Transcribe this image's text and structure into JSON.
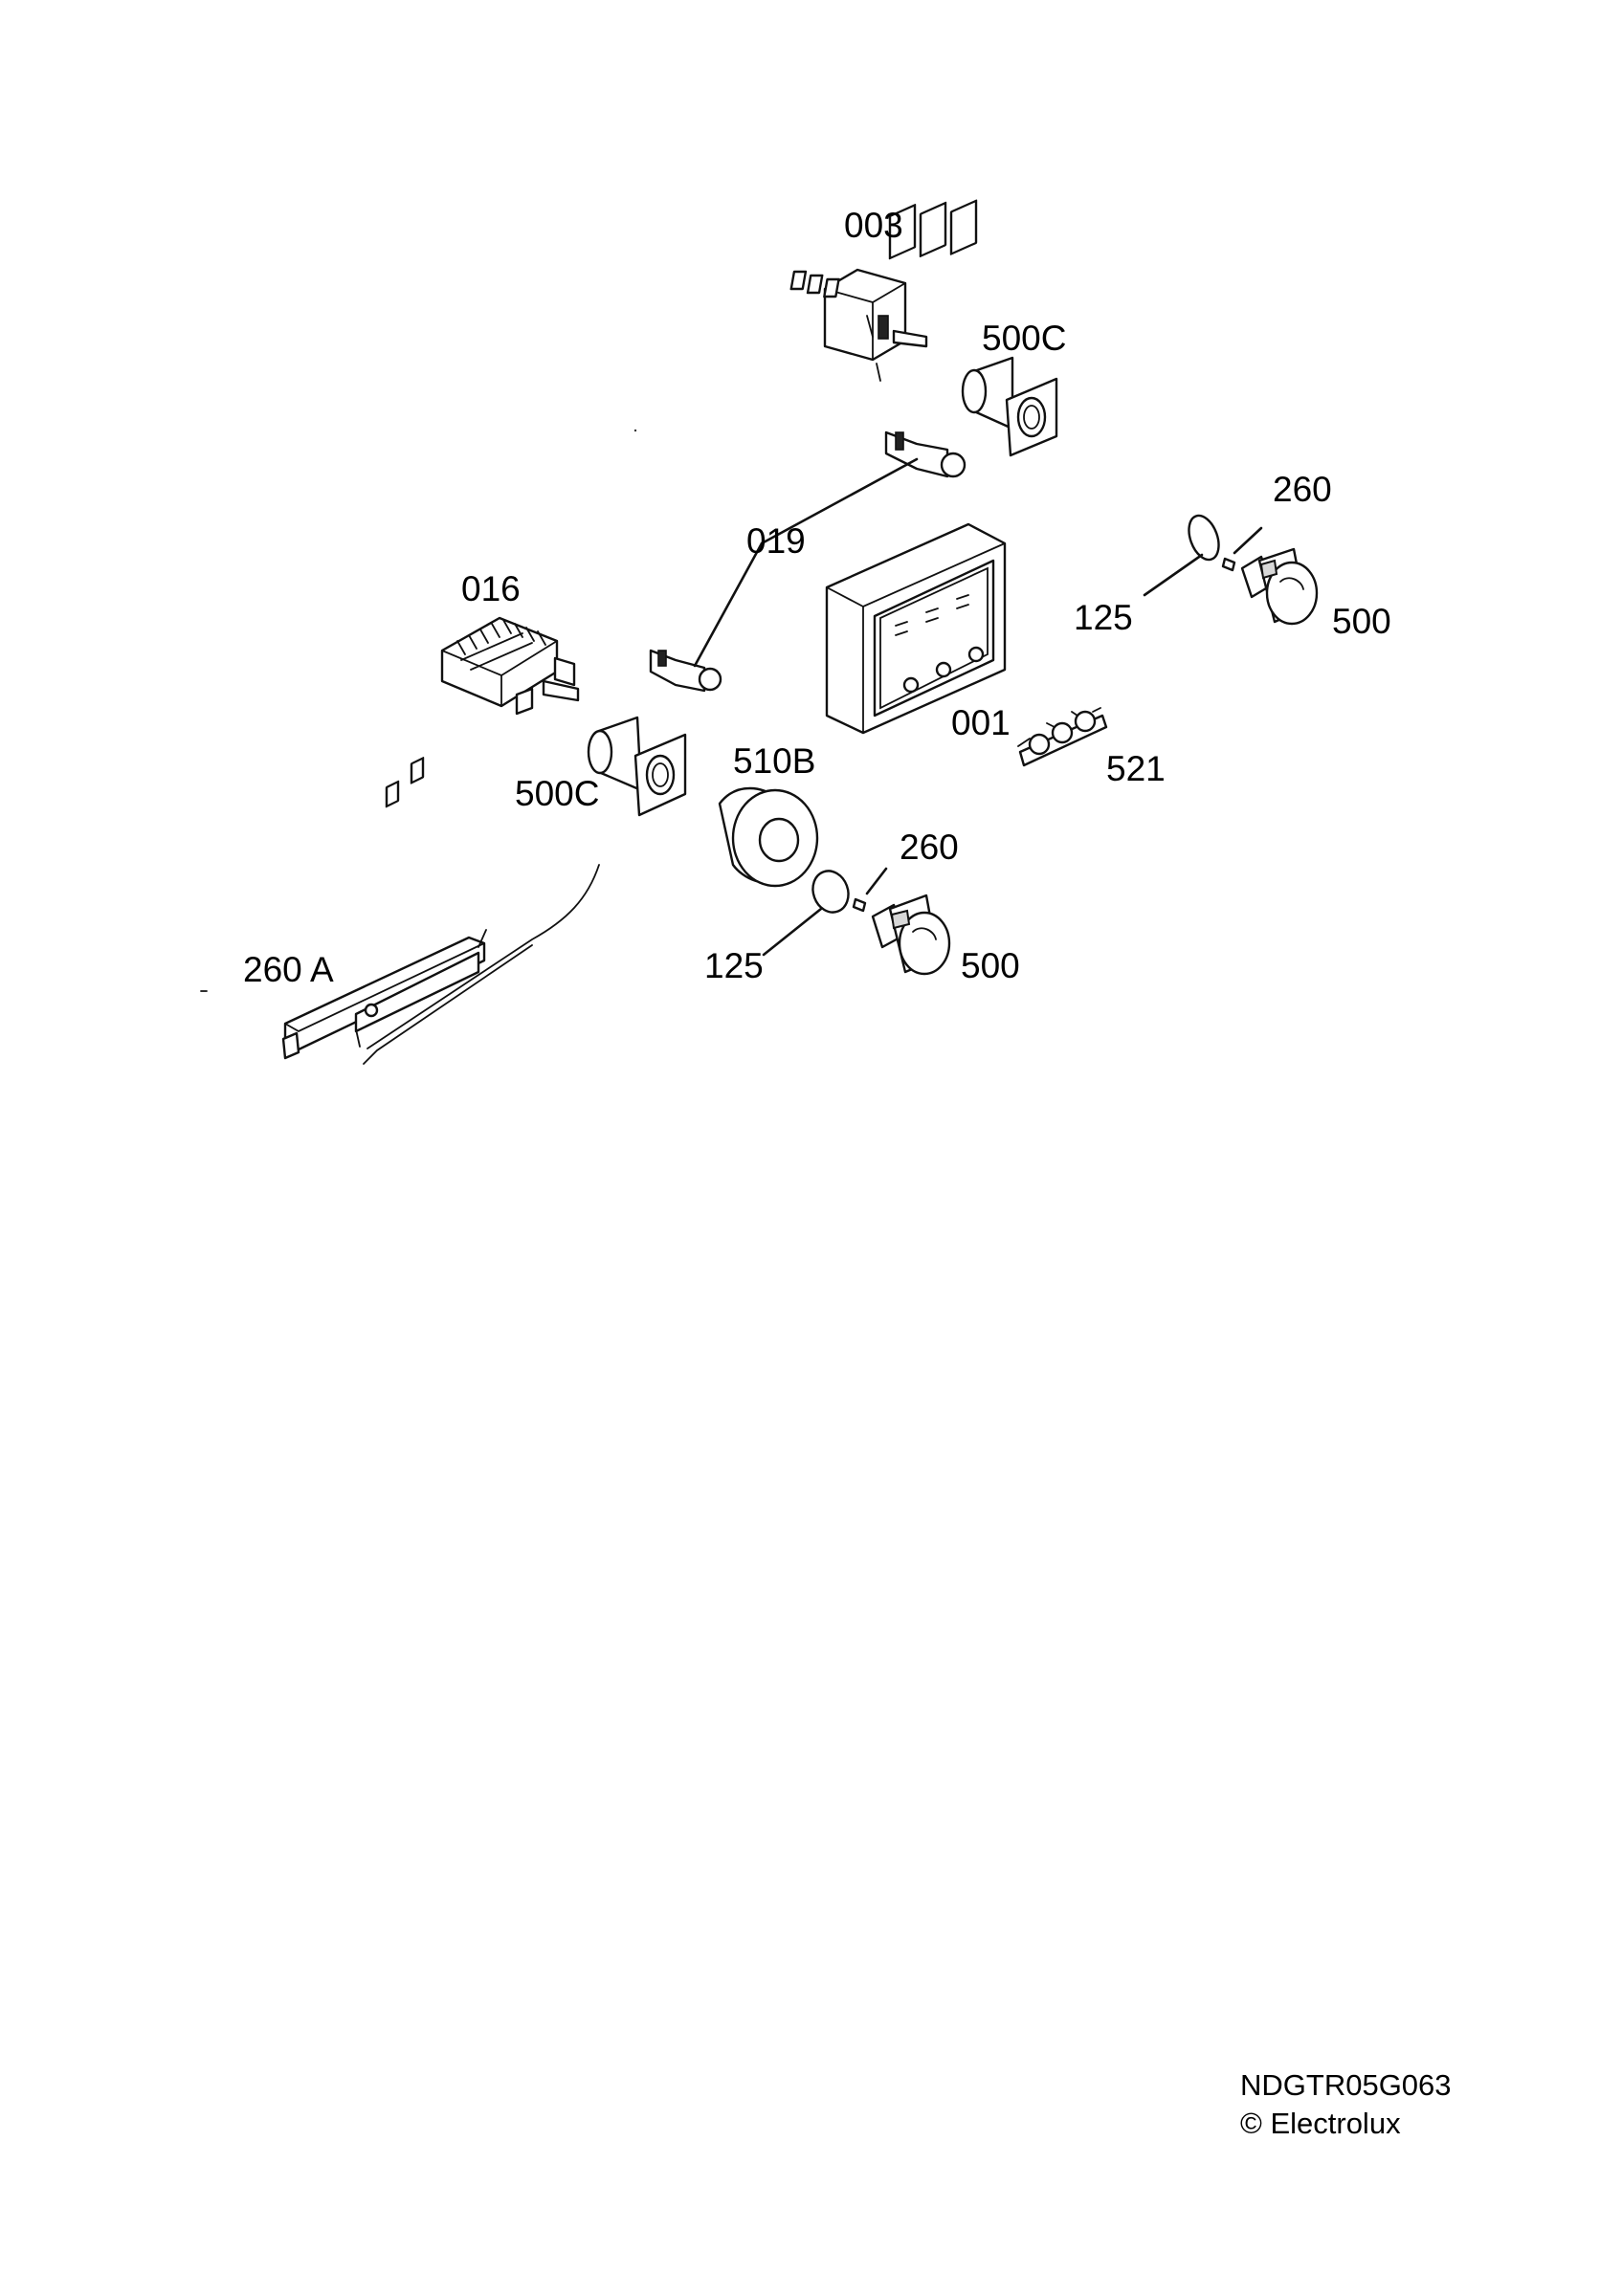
{
  "labels": {
    "l003": "003",
    "l500c_top": "500C",
    "l260_right": "260",
    "l019": "019",
    "l016": "016",
    "l125_right": "125",
    "l500_right": "500",
    "l001": "001",
    "l521": "521",
    "l510b": "510B",
    "l500c_left": "500C",
    "l260_mid": "260",
    "l260a": "260 A",
    "l125_mid": "125",
    "l500_mid": "500"
  },
  "footer": {
    "code": "NDGTR05G063",
    "copyright": "© Electrolux"
  }
}
